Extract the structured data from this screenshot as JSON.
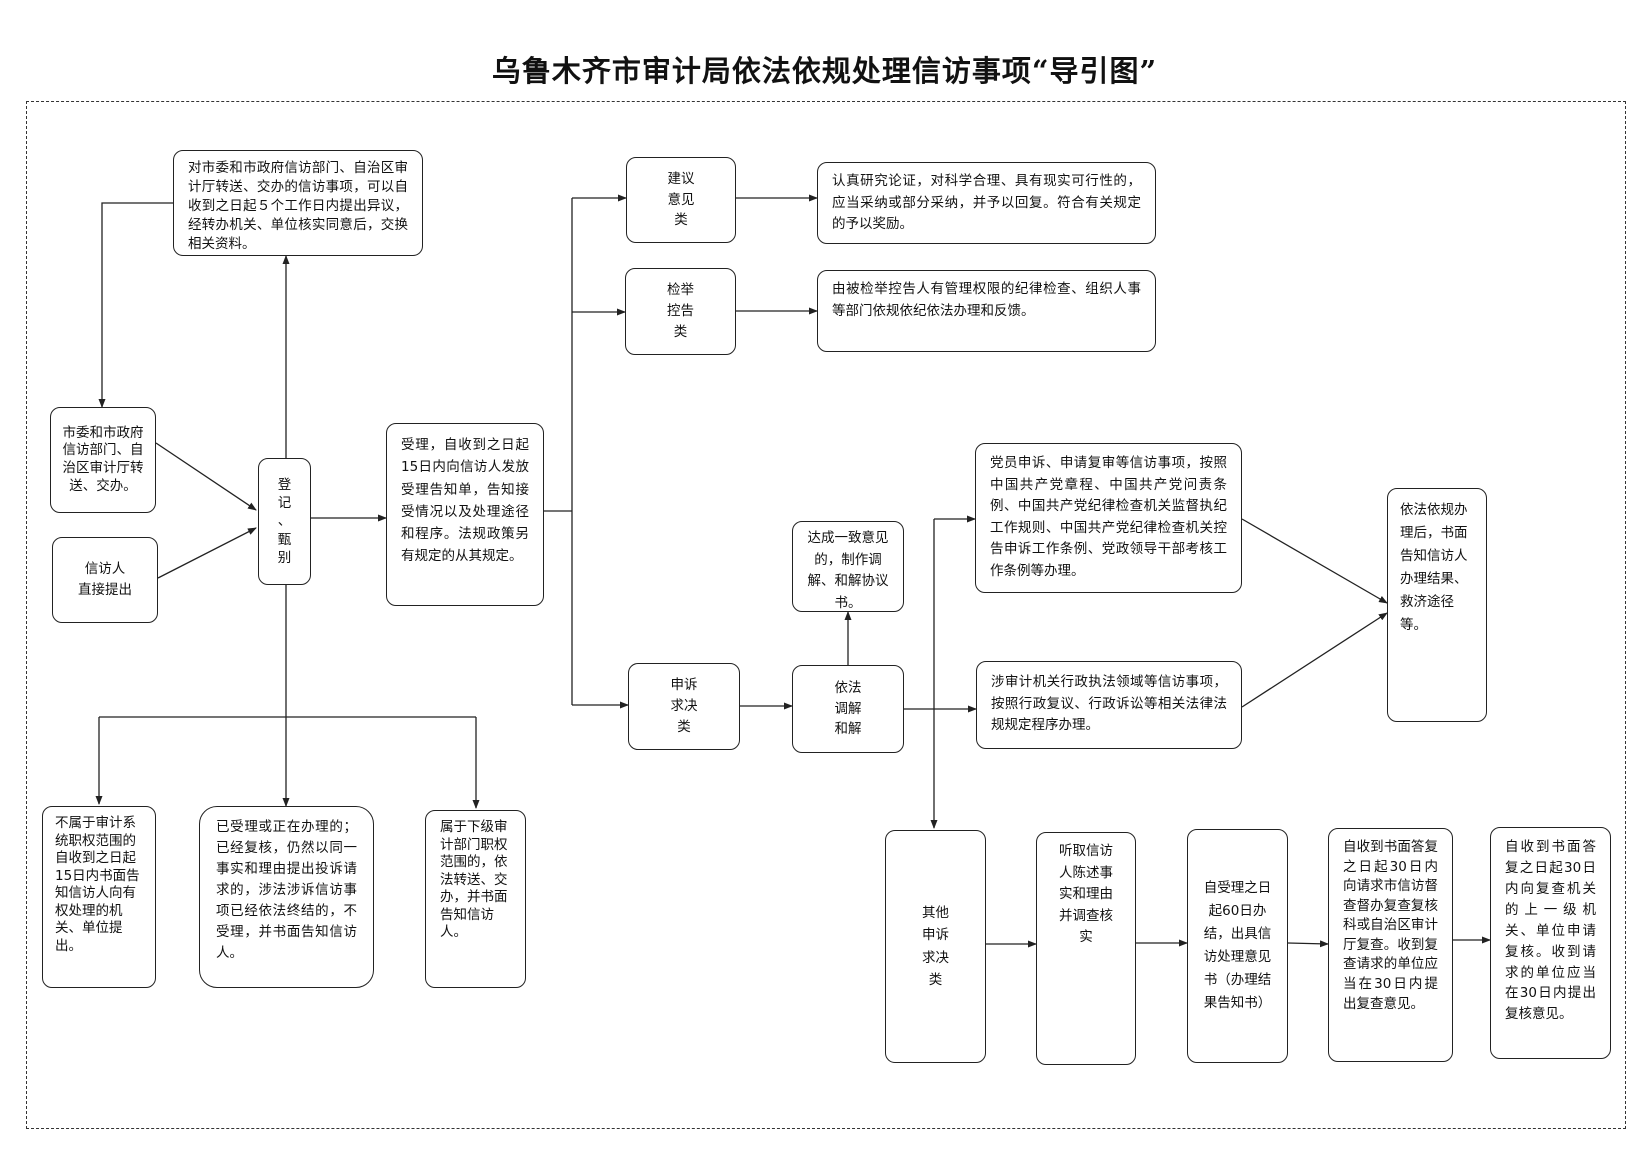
{
  "title": "乌鲁木齐市审计局依法依规处理信访事项“导引图”",
  "nodes": {
    "transfer_objection": "对市委和市政府信访部门、自治区审计厅转送、交办的信访事项，可以自收到之日起５个工作日内提出异议，经转办机关、单位核实同意后，交换相关资料。",
    "source_transfer": "市委和市政府信访部门、自治区审计厅转送、交办。",
    "source_direct": "信访人\n直接提出",
    "register": "登\n记\n、\n甄\n别",
    "accept": "受理，自收到之日起15日内向信访人发放受理告知单，告知接受情况以及处理途径和程序。法规政策另有规定的从其规定。",
    "not_in_scope": "不属于审计系统职权范围的自收到之日起15日内书面告知信访人向有权处理的机关、单位提出。",
    "already_accepted": "已受理或正在办理的；已经复核，仍然以同一事实和理由提出投诉请求的，涉法涉诉信访事项已经依法终结的，不受理，并书面告知信访人。",
    "lower_level": "属于下级审计部门职权范围的，依法转送、交办，并书面告知信访人。",
    "suggestion_type": "建议\n意见\n类",
    "suggestion_handle": "认真研究论证，对科学合理、具有现实可行性的，应当采纳或部分采纳，并予以回复。符合有关规定的予以奖励。",
    "report_type": "检举\n控告\n类",
    "report_handle": "由被检举控告人有管理权限的纪律检查、组织人事等部门依规依纪依法办理和反馈。",
    "appeal_type": "申诉\n求决\n类",
    "mediation": "依法\n调解\n和解",
    "agreement": "达成一致意见的，制作调解、和解协议书。",
    "party_member": "党员申诉、申请复审等信访事项，按照中国共产党章程、中国共产党问责条例、中国共产党纪律检查机关监督执纪工作规则、中国共产党纪律检查机关控告申诉工作条例、党政领导干部考核工作条例等办理。",
    "admin_law": "涉审计机关行政执法领域等信访事项，按照行政复议、行政诉讼等相关法律法规规定程序办理。",
    "legal_result": "依法依规办理后，书面告知信访人办理结果、救济途径等。",
    "other_appeal": "其他\n申诉\n求决\n类",
    "hear_statement": "听取信访人陈述事实和理由并调查核实",
    "opinion_60": "自受理之日起60日办结，出具信访处理意见书（办理结果告知书）",
    "review_30": "自收到书面答复之日起30日内向请求市信访督查督办复查复核科或自治区审计厅复查。收到复查请求的单位应当在30日内提出复查意见。",
    "recheck_30": "自收到书面答复之日起30日内向复查机关的上一级机关、单位申请复核。收到请求的单位应当在30日内提出复核意见。"
  }
}
